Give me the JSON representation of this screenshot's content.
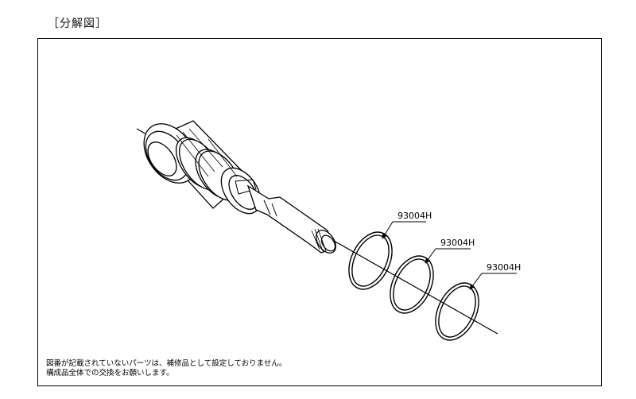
{
  "heading": "［分解図］",
  "callouts": [
    {
      "part_number": "93004H"
    },
    {
      "part_number": "93004H"
    },
    {
      "part_number": "93004H"
    }
  ],
  "notes": [
    "図番が記載されていないパーツは、補修品として設定しておりません。",
    "構成品全体での交換をお願いします。"
  ]
}
